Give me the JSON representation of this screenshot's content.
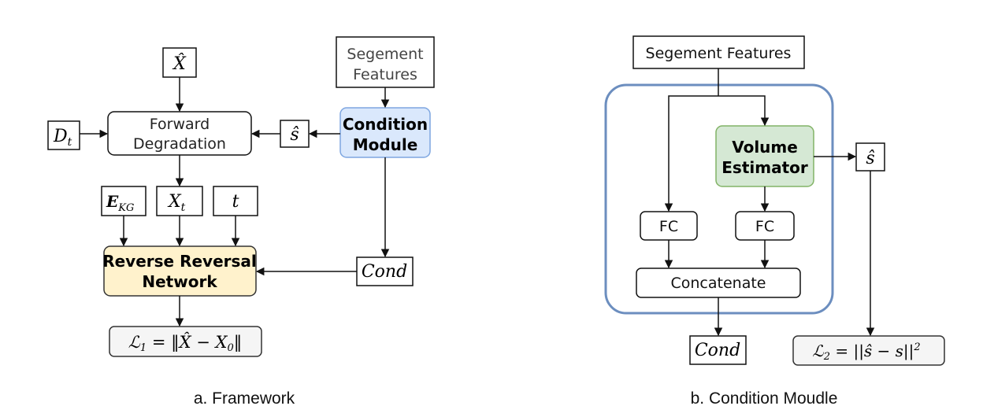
{
  "framework": {
    "caption": "a. Framework",
    "x_hat": "X̂",
    "segment_features": [
      "Segement",
      "Features"
    ],
    "d_t": {
      "base": "D",
      "sub": "t"
    },
    "forward_degradation": [
      "Forward",
      "Degradation"
    ],
    "s_hat": "ŝ",
    "condition_module": [
      "Condition",
      "Module"
    ],
    "e_kg": {
      "base": "E",
      "sub": "KG"
    },
    "x_t": {
      "base": "X",
      "sub": "t"
    },
    "t": "t",
    "reverse_network": [
      "Reverse Reversal",
      "Network"
    ],
    "cond": "Cond",
    "loss": {
      "script": "ℒ",
      "sub": "1",
      "expr": " = ‖X̂ − X",
      "sub0": "0",
      "end": "‖"
    }
  },
  "condition": {
    "caption": "b. Condition Moudle",
    "segment_features": "Segement Features",
    "volume_estimator": [
      "Volume",
      "Estimator"
    ],
    "s_hat": "ŝ",
    "fc_left": "FC",
    "fc_right": "FC",
    "concatenate": "Concatenate",
    "cond": "Cond",
    "loss": {
      "script": "ℒ",
      "sub": "2",
      "expr": " = ||ŝ − s||",
      "sup": "2"
    }
  },
  "colors": {
    "stroke": "#111111",
    "condition_fill": "#dae8fc",
    "condition_stroke": "#7ea6e0",
    "reverse_fill": "#fff2cc",
    "reverse_stroke": "#333333",
    "volume_fill": "#d5e8d4",
    "volume_stroke": "#82b366",
    "group_stroke": "#6c8ebf",
    "loss_fill": "#f5f5f5"
  }
}
